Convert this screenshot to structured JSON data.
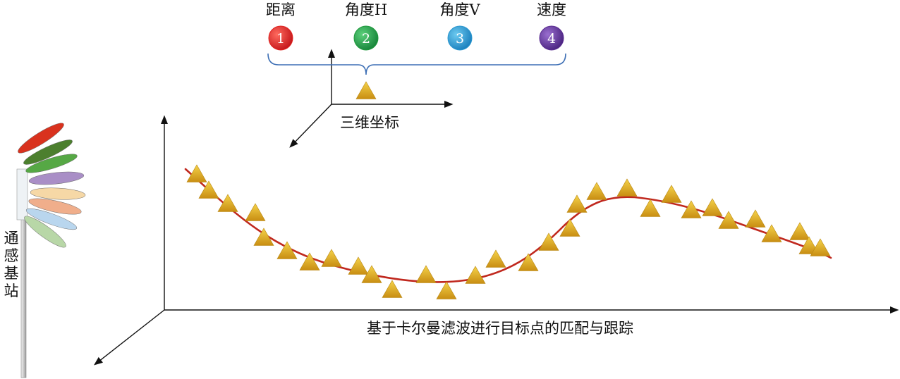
{
  "parameters": [
    {
      "label": "距离",
      "number": "1",
      "color": "#e0221f"
    },
    {
      "label": "角度H",
      "number": "2",
      "color": "#1f9a3c"
    },
    {
      "label": "角度V",
      "number": "3",
      "color": "#2a97cf"
    },
    {
      "label": "速度",
      "number": "4",
      "color": "#5b2d91"
    }
  ],
  "coordinate_label": "三维坐标",
  "station_label": [
    "通",
    "感",
    "基",
    "站"
  ],
  "caption": "基于卡尔曼滤波进行目标点的匹配与跟踪",
  "colors": {
    "target_marker": "#e2b02a",
    "track_curve": "#c0281e",
    "brace": "#3d6fb5",
    "axis": "#111111",
    "beams": [
      "#d9321e",
      "#4c7f2e",
      "#56a845",
      "#a98ec6",
      "#f6d8a6",
      "#f0ae8b",
      "#b9d6ee",
      "#b8d7a7"
    ]
  }
}
